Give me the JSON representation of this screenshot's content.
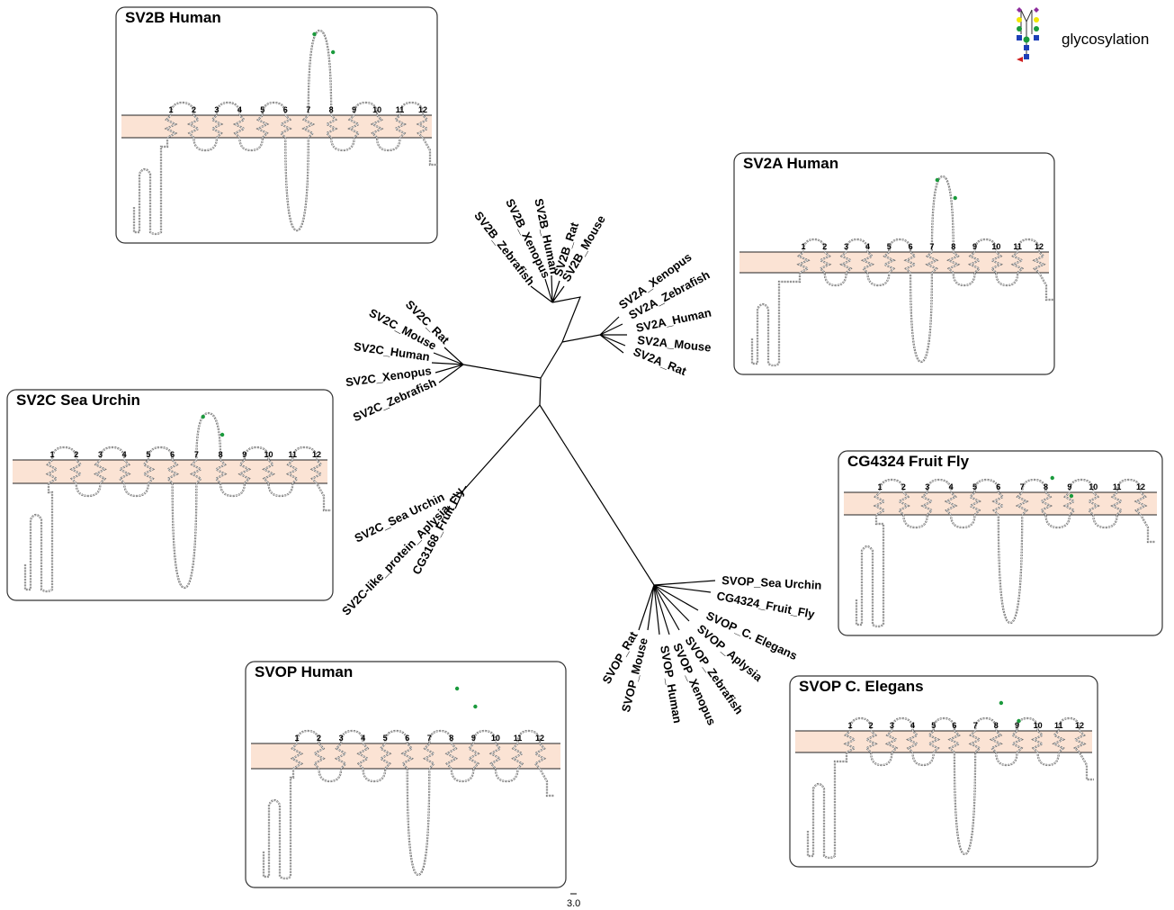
{
  "legend": {
    "label": "glycosylation",
    "icon": "glycan-icon",
    "colors": {
      "purple": "#8e2c9e",
      "yellow": "#f2e600",
      "green": "#1a9a3c",
      "blue": "#1d3fb8",
      "red": "#d02020"
    }
  },
  "scale_bar": {
    "value": "3.0"
  },
  "tree": {
    "leaves": {
      "sv2b_zebrafish": "SV2B_Zebrafish",
      "sv2b_xenopus": "SV2B_Xenopus",
      "sv2b_human": "SV2B_Human",
      "sv2b_rat": "SV2B_Rat",
      "sv2b_mouse": "SV2B_Mouse",
      "sv2a_xenopus": "SV2A_Xenopus",
      "sv2a_zebrafish": "SV2A_Zebrafish",
      "sv2a_human": "SV2A_Human",
      "sv2a_mouse": "SV2A_Mouse",
      "sv2a_rat": "SV2A_Rat",
      "sv2c_rat": "SV2C_Rat",
      "sv2c_mouse": "SV2C_Mouse",
      "sv2c_human": "SV2C_Human",
      "sv2c_xenopus": "SV2C_Xenopus",
      "sv2c_zebrafish": "SV2C_Zebrafish",
      "sv2c_sea_urchin": "SV2C_Sea Urchin",
      "sv2c_like_aplysia": "SV2C-like_protein_Aplysia",
      "cg3168_fruit_fly": "CG3168_Fruit Fly",
      "svop_sea_urchin": "SVOP_Sea Urchin",
      "cg4324_fruit_fly": "CG4324_Fruit_Fly",
      "svop_c_elegans": "SVOP_C. Elegans",
      "svop_aplysia": "SVOP_Aplysia",
      "svop_zebrafish": "SVOP_Zebrafish",
      "svop_xenopus": "SVOP_Xenopus",
      "svop_human": "SVOP_Human",
      "svop_mouse": "SVOP_Mouse",
      "svop_rat": "SVOP_Rat"
    }
  },
  "topology_panels": {
    "helix_numbers": [
      "1",
      "2",
      "3",
      "4",
      "5",
      "6",
      "7",
      "8",
      "9",
      "10",
      "11",
      "12"
    ],
    "membrane_color": "#fbe3d4",
    "titles": {
      "sv2b_human": "SV2B Human",
      "sv2a_human": "SV2A Human",
      "sv2c_sea_urchin": "SV2C Sea Urchin",
      "cg4324_fruit_fly": "CG4324 Fruit Fly",
      "svop_human": "SVOP Human",
      "svop_c_elegans": "SVOP C. Elegans"
    }
  }
}
